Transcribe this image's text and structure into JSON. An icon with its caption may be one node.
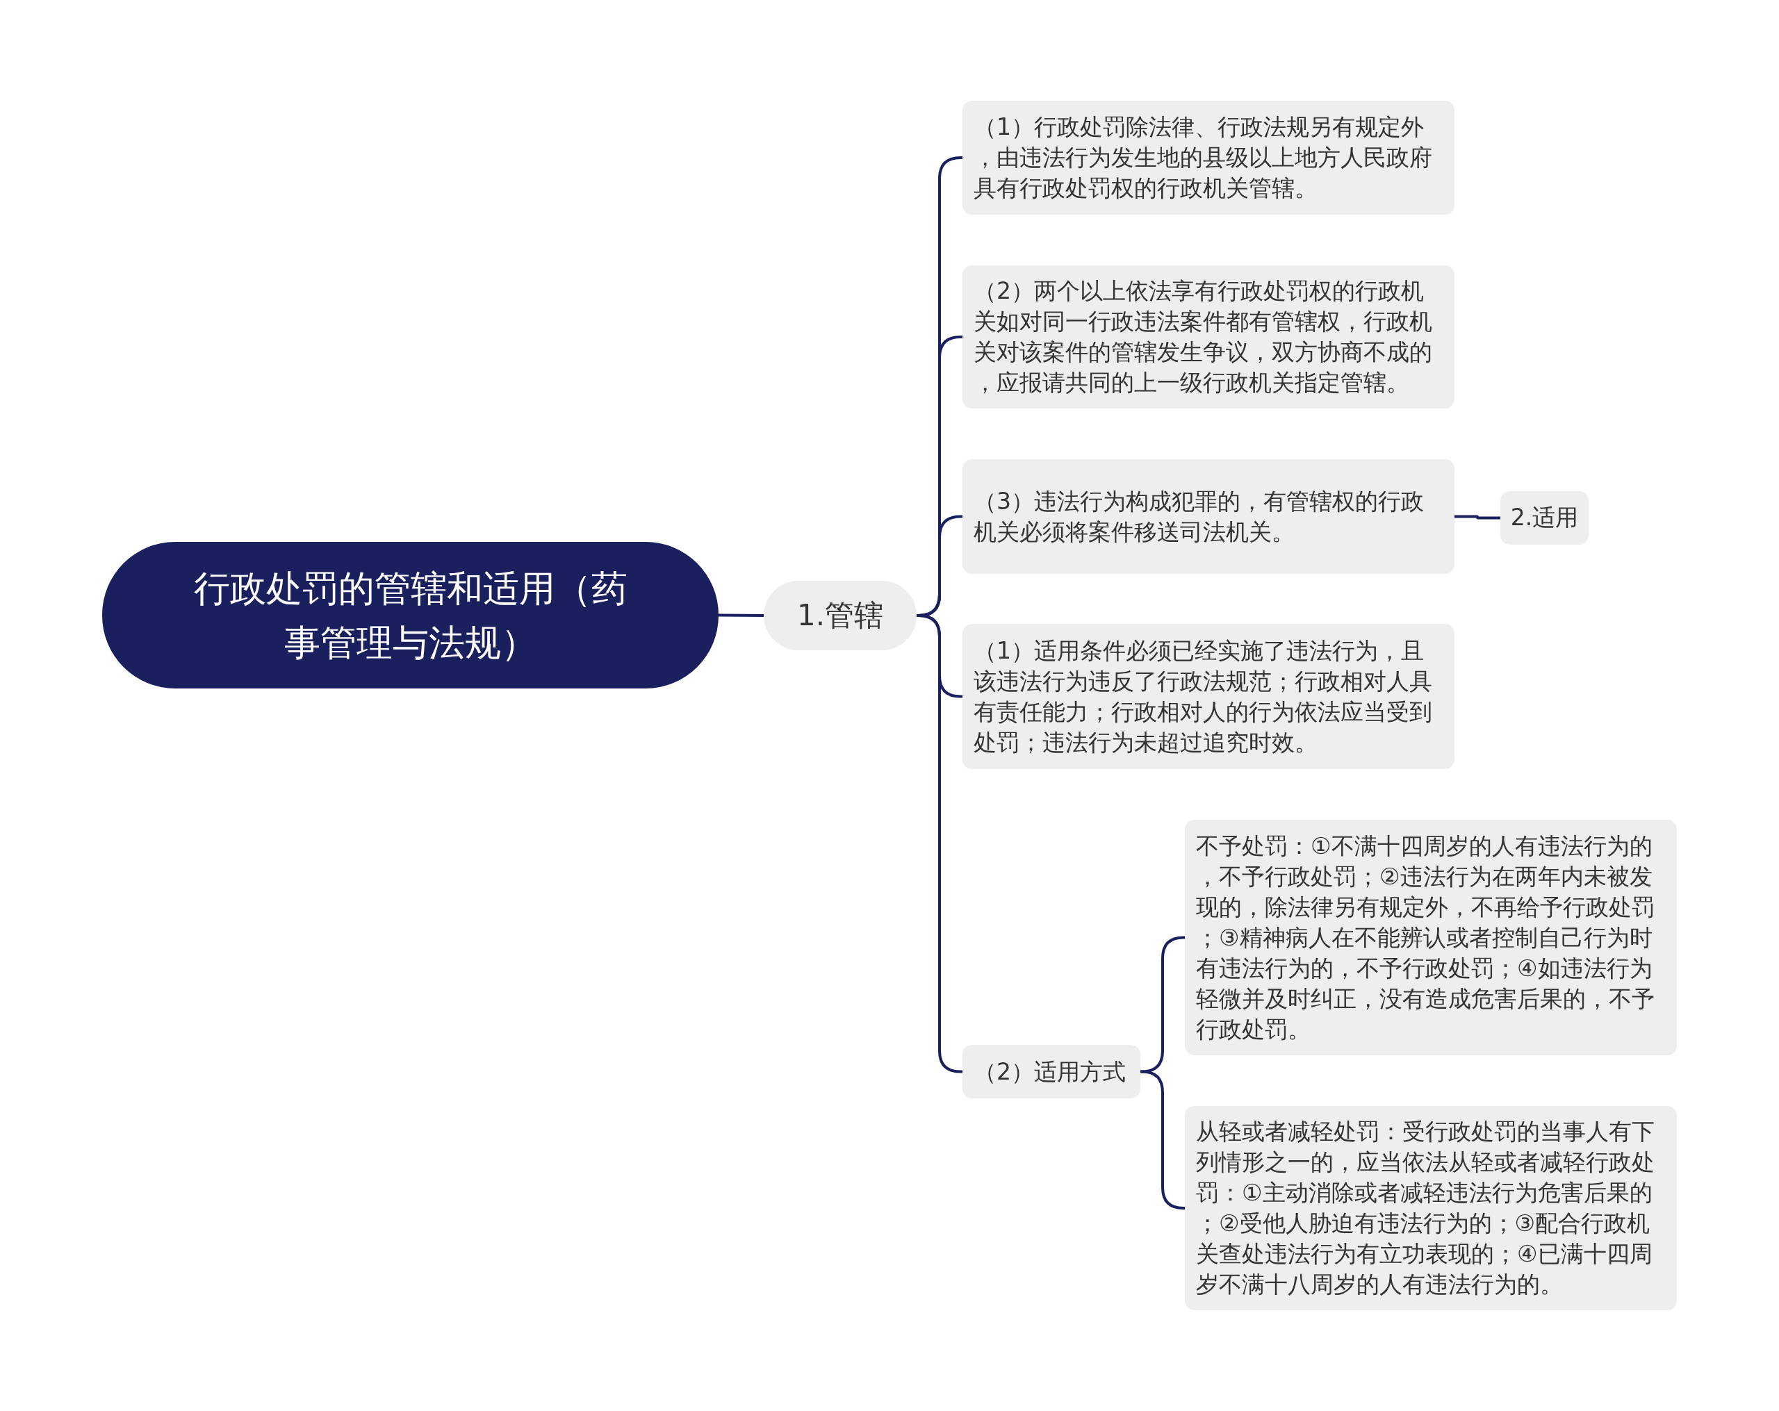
{
  "diagram": {
    "nodes": [
      {
        "text": [
          "行政处罚的管辖和适用（药事管理与法规）"
        ]
      },
      {
        "text": [
          "1.管辖"
        ]
      },
      {
        "text": [
          "（1）行政处罚除法律、行政法规另有规定外，由违法行为发生地的县级以上地方人民政府具有行政处罚权的行政机关管辖。"
        ]
      },
      {
        "text": [
          "（2）两个以上依法享有行政处罚权的行政机关如对同一行政违法案件都有管辖权，行政机关对该案件的管辖发生争议，双方协商不成的，应报请共同的上一级行政机关指定管辖。"
        ]
      },
      {
        "text": [
          "（3）违法行为构成犯罪的，有管辖权的行政机关必须将案件移送司法机关。"
        ]
      },
      {
        "text": [
          "2.适用"
        ]
      },
      {
        "text": [
          "（1）适用条件必须已经实施了违法行为，且该违法行为违反了行政法规范；行政相对人具有责任能力；行政相对人的行为依法应当受到处罚；违法行为未超过追究时效。"
        ]
      },
      {
        "text": [
          "（2）适用方式"
        ]
      },
      {
        "text": [
          "不予处罚：①不满十四周岁的人有违法行为的，不予行政处罚；②违法行为在两年内未被发现的，除法律另有规定外，不再给予行政处罚；③精神病人在不能辨认或者控制自己行为时有违法行为的，不予行政处罚；④如违法行为轻微并及时纠正，没有造成危害后果的，不予行政处罚。"
        ]
      },
      {
        "text": [
          "从轻或者减轻处罚：受行政处罚的当事人有下列情形之一的，应当依法从轻或者减轻行政处罚：①主动消除或者减轻违法行为危害后果的；②受他人胁迫有违法行为的；③配合行政机关查处违法行为有立功表现的；④已满十四周岁不满十八周岁的人有违法行为的。"
        ]
      }
    ],
    "edges": [
      {
        "from": 0,
        "to": 1,
        "arrow": "none"
      },
      {
        "from": 1,
        "to": 2,
        "arrow": "none"
      },
      {
        "from": 1,
        "to": 3,
        "arrow": "none"
      },
      {
        "from": 1,
        "to": 4,
        "arrow": "none"
      },
      {
        "from": 4,
        "to": 5,
        "arrow": "none"
      },
      {
        "from": 1,
        "to": 6,
        "arrow": "none"
      },
      {
        "from": 1,
        "to": 7,
        "arrow": "none"
      },
      {
        "from": 7,
        "to": 8,
        "arrow": "none"
      },
      {
        "from": 7,
        "to": 9,
        "arrow": "none"
      }
    ]
  }
}
